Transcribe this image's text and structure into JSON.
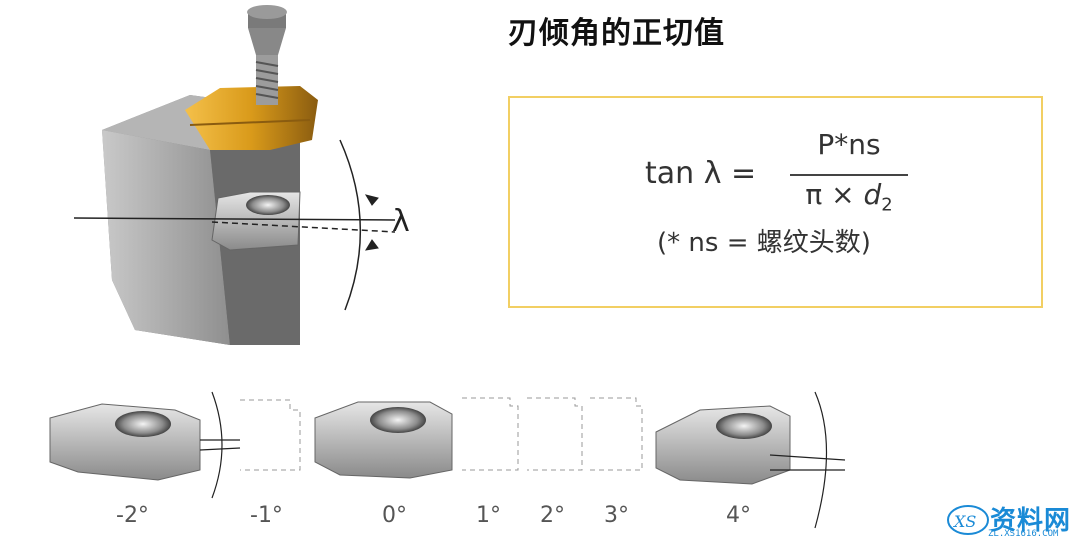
{
  "title": "刃倾角的正切值",
  "formula": {
    "lhs": "tan λ =",
    "numerator": "P*ns",
    "denominator_prefix": "π × ",
    "denominator_var": "d",
    "denominator_sub": "2",
    "note": "(* ns = 螺纹头数)"
  },
  "lambda_label": "λ",
  "angles": [
    "-2°",
    "-1°",
    "0°",
    "1°",
    "2°",
    "3°",
    "4°"
  ],
  "watermark": {
    "text": "资料网",
    "url": "ZL.XS1616.COM"
  },
  "colors": {
    "border": "#f2cf63",
    "gold": "#d99a1a",
    "steel": "#9a9a9a",
    "watermark": "#1a8ad6"
  }
}
